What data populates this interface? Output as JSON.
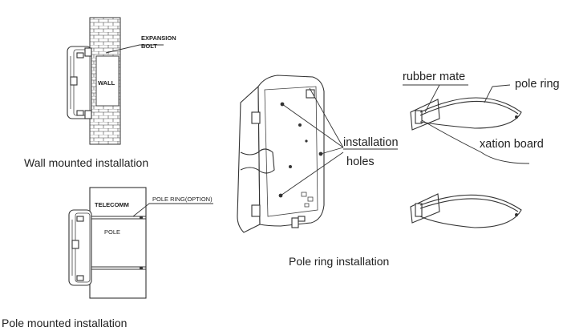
{
  "wall_section": {
    "bolt_label_line1": "EXPANSION",
    "bolt_label_line2": "BOLT",
    "wall_label": "WALL",
    "caption": "Wall mounted installation"
  },
  "pole_section": {
    "telecomm_label": "TELECOMM",
    "pole_ring_option_label": "POLE RING(OPTION)",
    "pole_label": "POLE",
    "caption": "Pole mounted installation"
  },
  "enclosure_section": {
    "callout_line1": "installation",
    "callout_line2": "holes",
    "caption": "Pole ring installation"
  },
  "ring_section": {
    "rubber_mate_label": "rubber mate",
    "pole_ring_label": "pole ring",
    "fixation_board_label": "xation board"
  }
}
